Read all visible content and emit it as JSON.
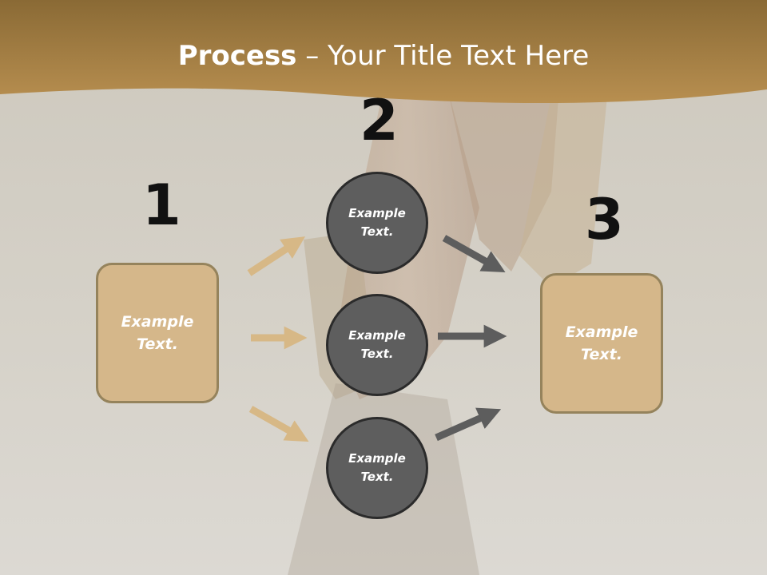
{
  "title": {
    "bold": "Process",
    "rest": " – Your Title Text Here"
  },
  "steps": {
    "one": "1",
    "two": "2",
    "three": "3"
  },
  "left_box": {
    "text": "Example\nText."
  },
  "circles": [
    {
      "text": "Example\nText."
    },
    {
      "text": "Example\nText."
    },
    {
      "text": "Example\nText."
    }
  ],
  "right_box": {
    "text": "Example\nText."
  },
  "colors": {
    "header": "#b08b48",
    "box_fill": "#d5b78a",
    "circle_fill": "#5e5e5e",
    "left_arrows": "#d7b886",
    "right_arrows": "#5d5d5d"
  }
}
